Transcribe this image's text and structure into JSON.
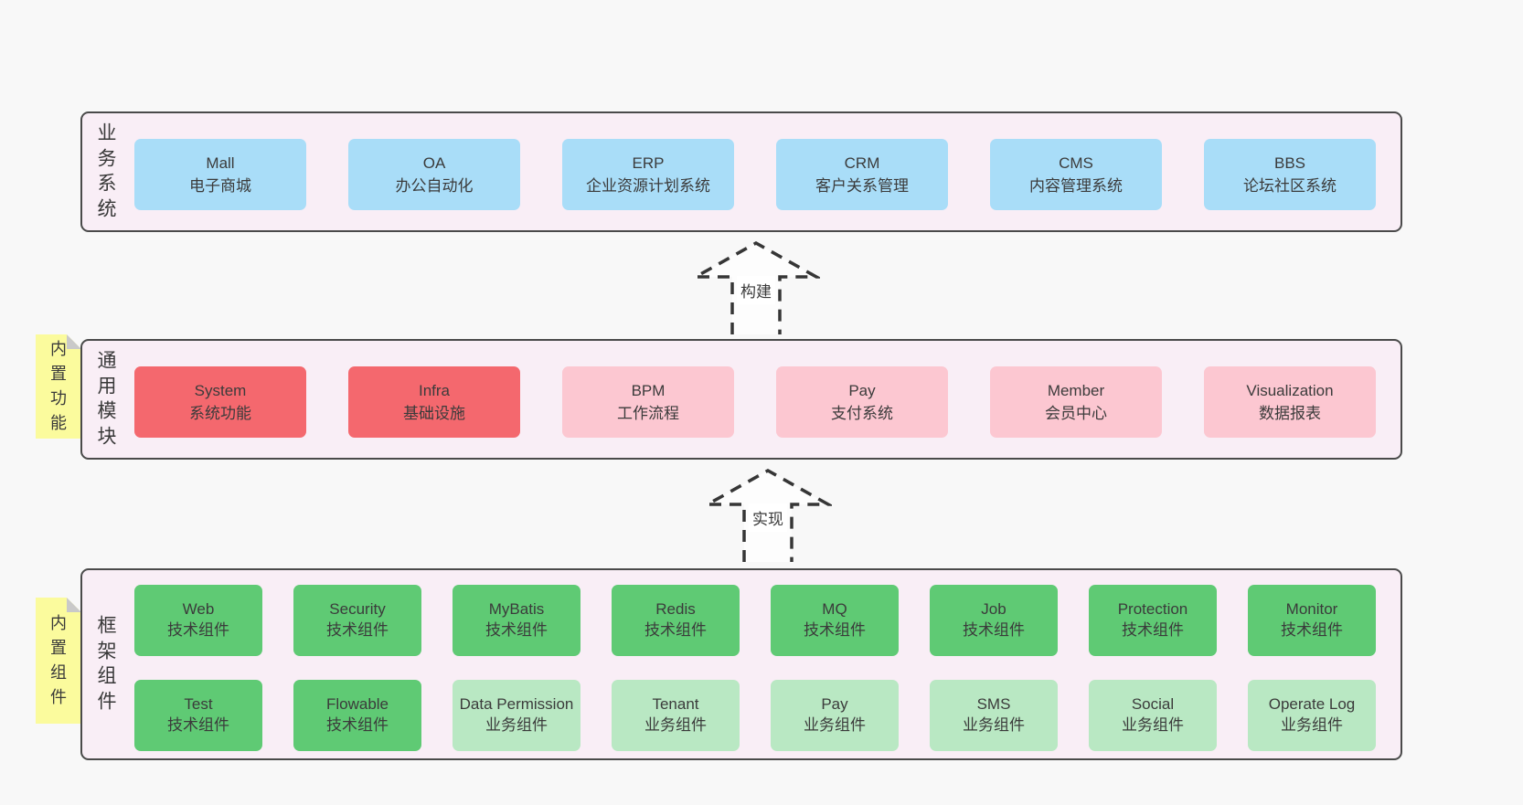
{
  "colors": {
    "page_bg": "#f8f8f8",
    "band_fill": "#f9eef6",
    "band_border": "#4a4a4a",
    "blue": "#a9ddf8",
    "red": "#f4686e",
    "pink": "#fcc7d1",
    "green_dark": "#5fca74",
    "green_light": "#b9e8c3",
    "sticky_yellow": "#fbfb9d",
    "sticky_fold": "#c9c9c9",
    "text": "#3b3b3b",
    "arrow_stroke": "#363636"
  },
  "stickies": [
    {
      "label": "内置功能"
    },
    {
      "label": "内置组件"
    }
  ],
  "arrows": [
    {
      "label": "构建"
    },
    {
      "label": "实现"
    }
  ],
  "bands": [
    {
      "label": "业务系统",
      "boxes": [
        {
          "title": "Mall",
          "subtitle": "电子商城"
        },
        {
          "title": "OA",
          "subtitle": "办公自动化"
        },
        {
          "title": "ERP",
          "subtitle": "企业资源计划系统"
        },
        {
          "title": "CRM",
          "subtitle": "客户关系管理"
        },
        {
          "title": "CMS",
          "subtitle": "内容管理系统"
        },
        {
          "title": "BBS",
          "subtitle": "论坛社区系统"
        }
      ]
    },
    {
      "label": "通用模块",
      "boxes": [
        {
          "title": "System",
          "subtitle": "系统功能"
        },
        {
          "title": "Infra",
          "subtitle": "基础设施"
        },
        {
          "title": "BPM",
          "subtitle": "工作流程"
        },
        {
          "title": "Pay",
          "subtitle": "支付系统"
        },
        {
          "title": "Member",
          "subtitle": "会员中心"
        },
        {
          "title": "Visualization",
          "subtitle": "数据报表"
        }
      ]
    },
    {
      "label": "框架组件",
      "rows": [
        [
          {
            "title": "Web",
            "subtitle": "技术组件"
          },
          {
            "title": "Security",
            "subtitle": "技术组件"
          },
          {
            "title": "MyBatis",
            "subtitle": "技术组件"
          },
          {
            "title": "Redis",
            "subtitle": "技术组件"
          },
          {
            "title": "MQ",
            "subtitle": "技术组件"
          },
          {
            "title": "Job",
            "subtitle": "技术组件"
          },
          {
            "title": "Protection",
            "subtitle": "技术组件"
          },
          {
            "title": "Monitor",
            "subtitle": "技术组件"
          }
        ],
        [
          {
            "title": "Test",
            "subtitle": "技术组件"
          },
          {
            "title": "Flowable",
            "subtitle": "技术组件"
          },
          {
            "title": "Data Permission",
            "subtitle": "业务组件"
          },
          {
            "title": "Tenant",
            "subtitle": "业务组件"
          },
          {
            "title": "Pay",
            "subtitle": "业务组件"
          },
          {
            "title": "SMS",
            "subtitle": "业务组件"
          },
          {
            "title": "Social",
            "subtitle": "业务组件"
          },
          {
            "title": "Operate Log",
            "subtitle": "业务组件"
          }
        ]
      ]
    }
  ]
}
